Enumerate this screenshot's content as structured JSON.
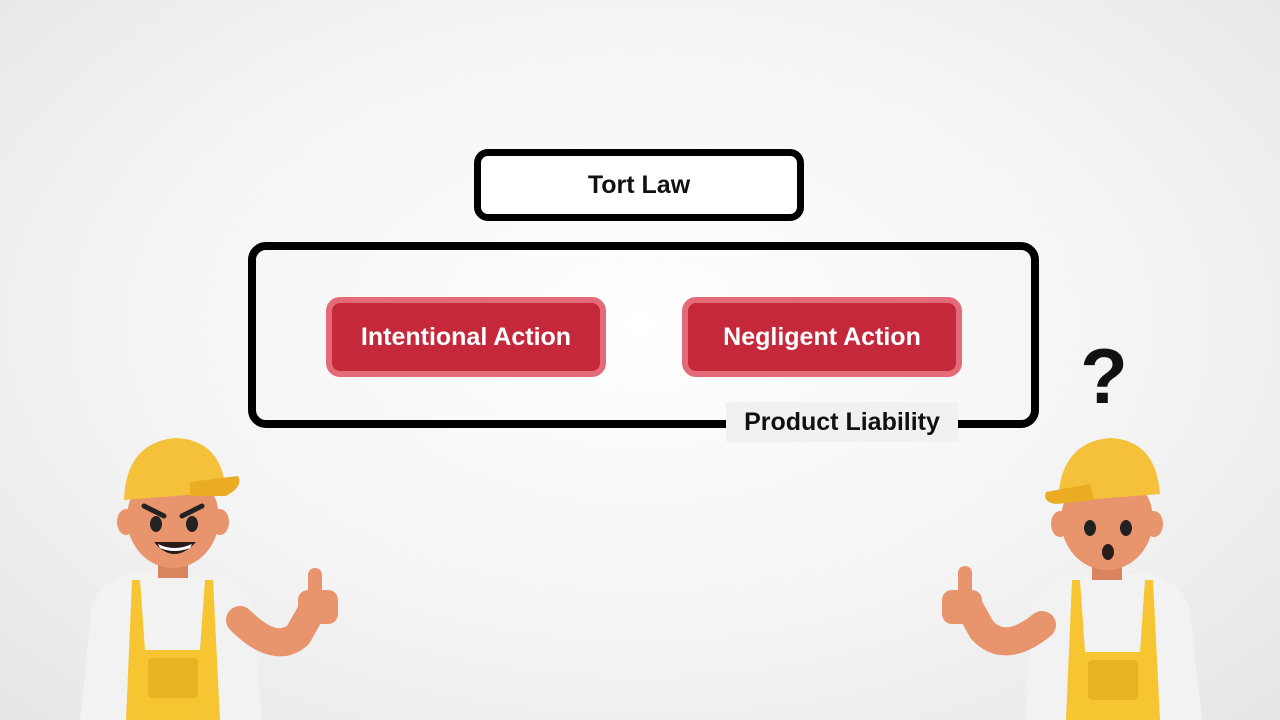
{
  "diagram": {
    "root_label": "Tort Law",
    "group_label": "Product Liability",
    "items": [
      {
        "label": "Intentional Action"
      },
      {
        "label": "Negligent Action"
      }
    ],
    "question_mark": "?"
  },
  "colors": {
    "pill_fill": "#c4283a",
    "pill_border": "#e56a78",
    "helmet": "#f5c13a",
    "overall": "#f7c531",
    "skin": "#e8946c"
  },
  "illustrations": {
    "left": "confident-worker-thumbs-up",
    "right": "confused-worker-thumbs-up"
  }
}
